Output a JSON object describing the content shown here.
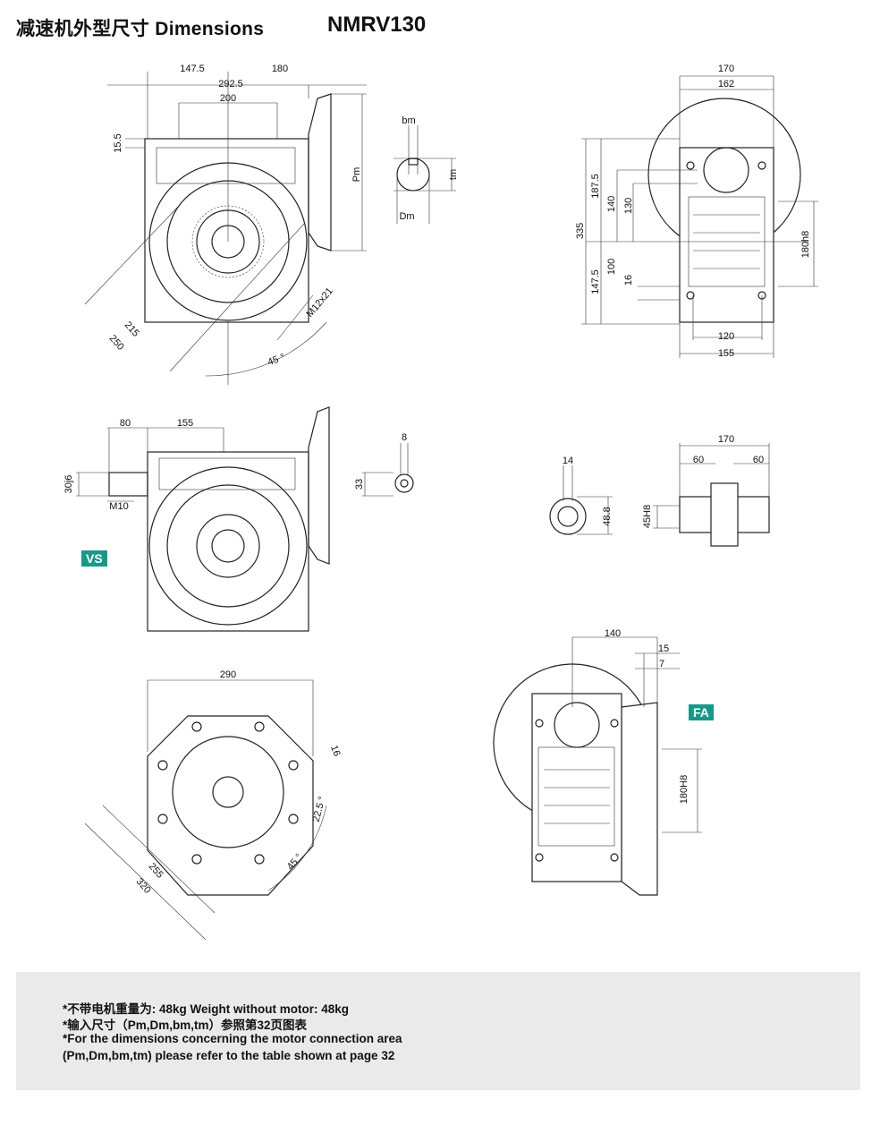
{
  "header": {
    "title": "减速机外型尺寸 Dimensions",
    "model": "NMRV130"
  },
  "front_view": {
    "d1": "147.5",
    "d2": "180",
    "d3": "292.5",
    "d4": "200",
    "d5": "15.5",
    "d6": "Pm",
    "d7": "M12x21",
    "d8": "215",
    "d9": "250",
    "d10": "45 °"
  },
  "shaft_detail": {
    "bm": "bm",
    "tm": "tm",
    "dm": "Dm"
  },
  "side_view": {
    "w1": "170",
    "w2": "162",
    "h1": "335",
    "h2": "187.5",
    "h3": "140",
    "h4": "130",
    "h5": "147.5",
    "h6": "100",
    "h7": "16",
    "h8": "180h8",
    "b1": "120",
    "b2": "155"
  },
  "vs_view": {
    "d1": "80",
    "d2": "155",
    "d3": "30j6",
    "d4": "M10",
    "badge": "VS"
  },
  "vs_shaft": {
    "d1": "8",
    "d2": "33"
  },
  "hollow_shaft": {
    "d1": "14",
    "d2": "48.8",
    "w": "170",
    "l1": "60",
    "l2": "60",
    "bore": "45H8"
  },
  "flange_view": {
    "d1": "290",
    "d2": "16",
    "d3": "22.5 °",
    "d4": "45 °",
    "d5": "255",
    "d6": "320"
  },
  "fa_view": {
    "d1": "140",
    "d2": "15",
    "d3": "7",
    "d4": "180H8",
    "badge": "FA"
  },
  "footer": {
    "line1": "*不带电机重量为: 48kg   Weight without motor: 48kg",
    "line2": "*输入尺寸（Pm,Dm,bm,tm）参照第32页图表",
    "line3": "*For the dimensions concerning the motor connection area",
    "line4": "(Pm,Dm,bm,tm) please refer to the table shown at page 32"
  }
}
